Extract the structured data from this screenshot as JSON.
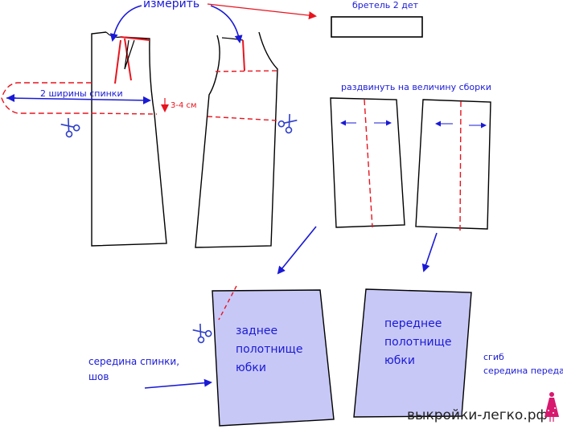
{
  "labels": {
    "measure": "измерить",
    "strap": "бретель  2 дет",
    "two_back_widths": "2 ширины спинки",
    "three_four_cm": "3-4 см",
    "spread_gathers": "раздвинуть на величину сборки",
    "back_panel_line1": "заднее",
    "back_panel_line2": "полотнище",
    "back_panel_line3": "юбки",
    "front_panel_line1": "переднее",
    "front_panel_line2": "полотнище",
    "front_panel_line3": "юбки",
    "center_back_line1": "середина спинки,",
    "center_back_line2": "шов",
    "fold_line1": "сгиб",
    "fold_line2": "середина переда",
    "watermark": "выкройки-легко.рф"
  },
  "colors": {
    "outline": "#000000",
    "red": "#e8141e",
    "blue": "#1a1ad6",
    "panel_fill": "#c8c8f7",
    "scissors": "#2f3fc8",
    "logo": "#d8186e"
  },
  "icons": [
    "scissors-icon",
    "dress-logo-icon"
  ]
}
